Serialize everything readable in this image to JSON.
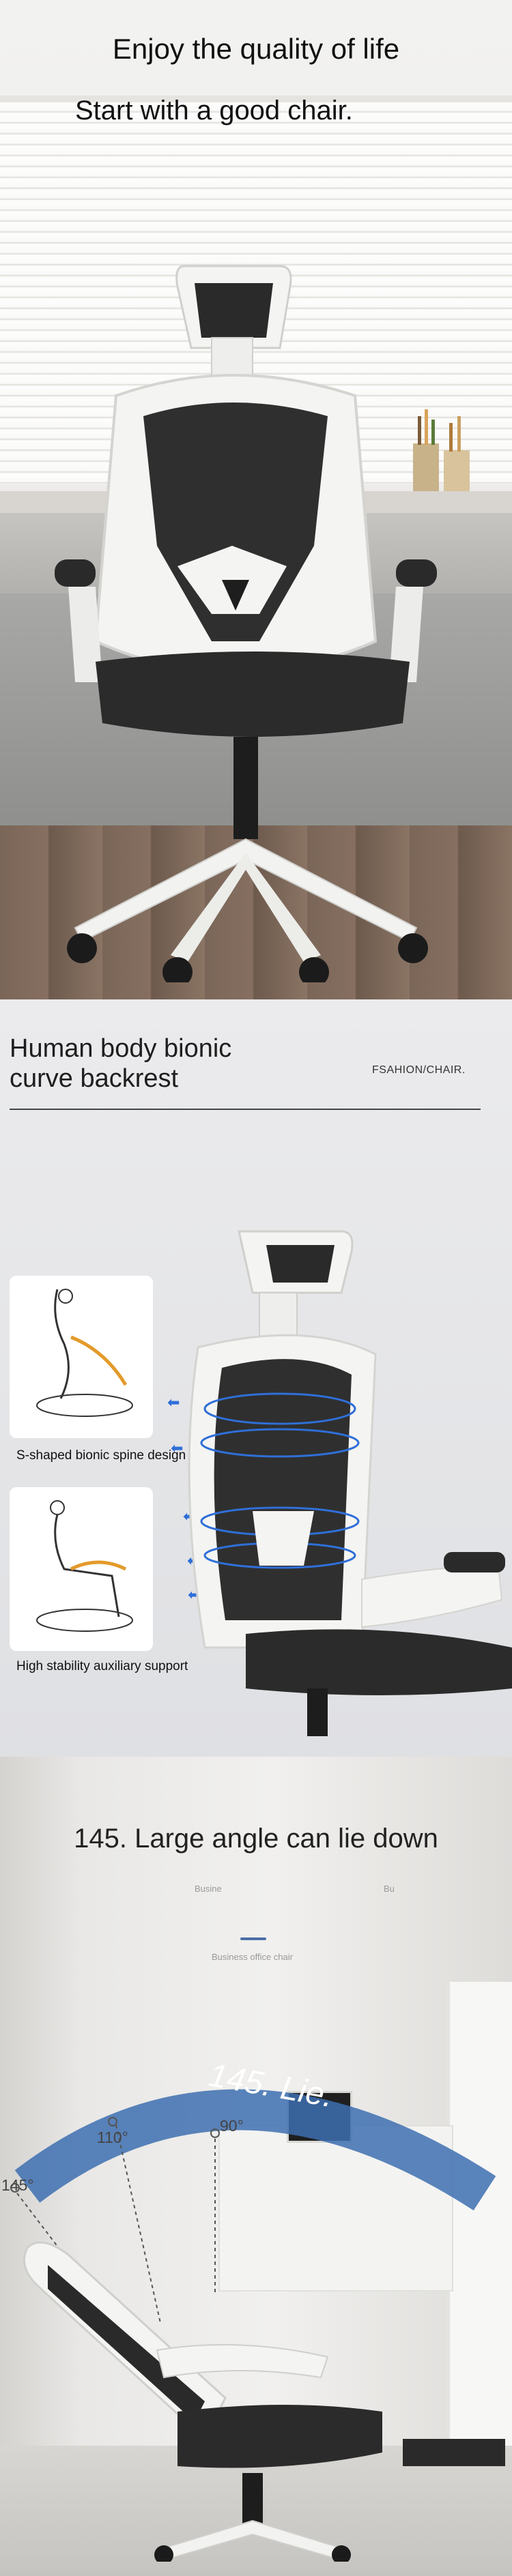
{
  "panel1": {
    "title": "Enjoy the quality of life",
    "subtitle": "Start with a good chair."
  },
  "panel2": {
    "heading_line1": "Human body bionic",
    "heading_line2": "curve backrest",
    "tag": "FSAHION/CHAIR.",
    "feature1": "S-shaped bionic spine design",
    "feature2": "High stability auxiliary support"
  },
  "panel3": {
    "title": "145. Large angle can lie down",
    "small_left": "Busine",
    "small_right": "Bu",
    "small_center": "Business office chair",
    "angle_90": "90°",
    "angle_110": "110°",
    "angle_145": "145°",
    "lie_text": "145. Lie."
  },
  "colors": {
    "accent_blue": "#2f6fd8",
    "arc_blue": "#3d6fb0",
    "chair_white": "#f4f4f2",
    "chair_mesh": "#2a2a2a"
  }
}
